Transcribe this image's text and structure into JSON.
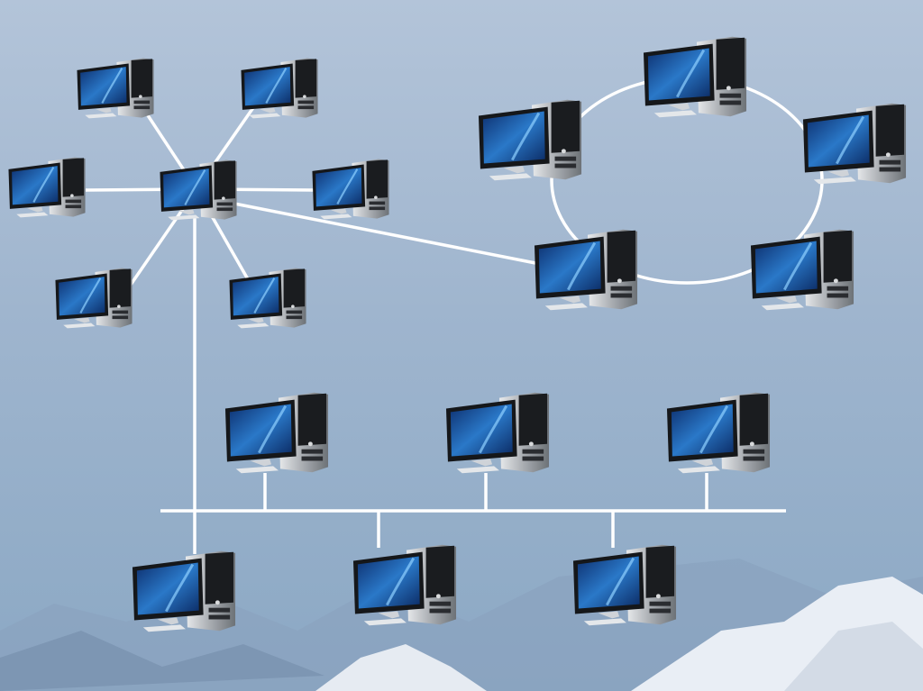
{
  "colors": {
    "background_top": "#b3c4d9",
    "background_bottom": "#8ba8c4",
    "link": "#ffffff",
    "screen": "#1e5fa8",
    "mountain": "#7f98b6",
    "snow": "#e9eef5"
  },
  "topologies": [
    {
      "kind": "star",
      "hub_icon": "computer-icon",
      "node_count": 7
    },
    {
      "kind": "ring",
      "node_icon": "computer-icon",
      "node_count": 5
    },
    {
      "kind": "bus",
      "node_icon": "computer-icon",
      "node_count": 6
    }
  ]
}
